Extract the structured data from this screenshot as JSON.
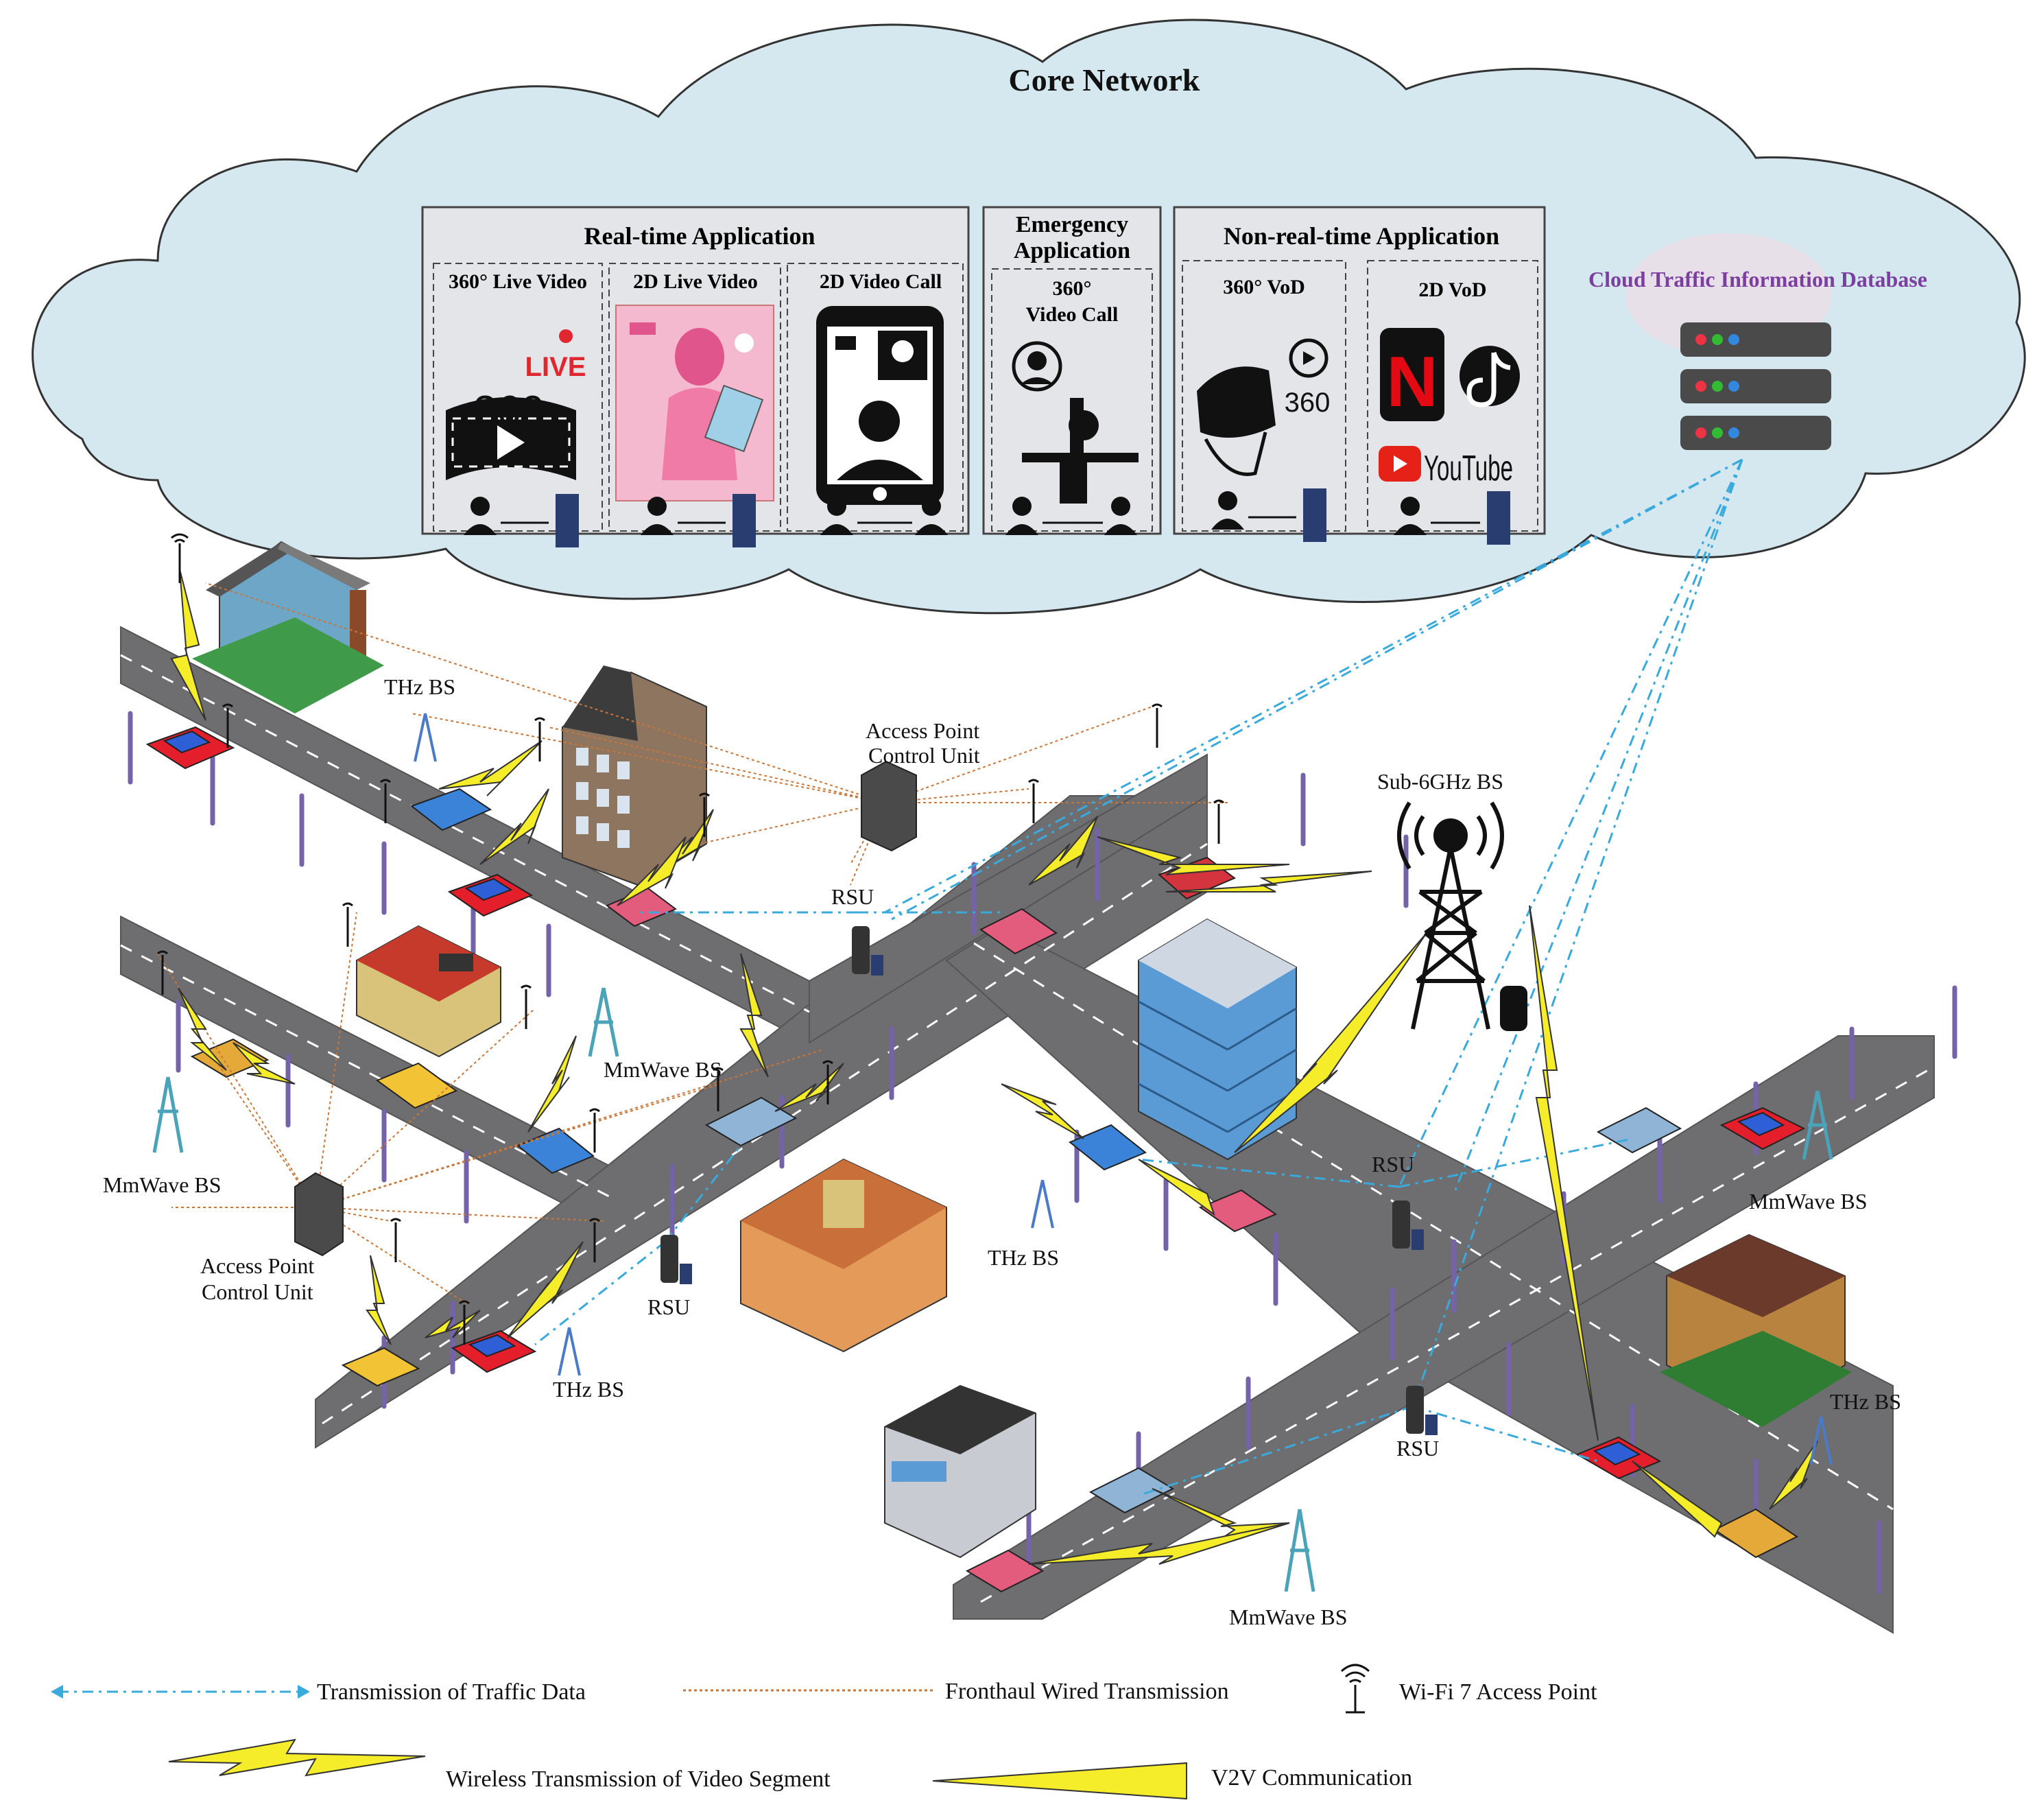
{
  "core": {
    "title": "Core Network",
    "realtime_title": "Real-time Application",
    "rt_360_live": "360° Live Video",
    "rt_2d_live": "2D Live Video",
    "rt_2d_call": "2D Video Call",
    "emergency_title_1": "Emergency",
    "emergency_title_2": "Application",
    "em_360_call_1": "360°",
    "em_360_call_2": "Video Call",
    "nonrealtime_title": "Non-real-time Application",
    "nrt_360_vod": "360° VoD",
    "nrt_2d_vod": "2D VoD",
    "cloud_db": "Cloud Traffic Information Database",
    "live_badge": "LIVE",
    "badge_360": "360",
    "badge_360_small": "360",
    "youtube": "YouTube",
    "netflix": "N"
  },
  "labels": {
    "thz_bs": "THz BS",
    "mmwave_bs": "MmWave BS",
    "rsu": "RSU",
    "ap_control_1": "Access Point",
    "ap_control_2": "Control Unit",
    "sub6": "Sub-6GHz BS"
  },
  "legend": {
    "traffic": "Transmission of Traffic Data",
    "fronthaul": "Fronthaul Wired Transmission",
    "wifi7": "Wi-Fi 7 Access Point",
    "wireless_video": "Wireless Transmission of Video Segment",
    "v2v": "V2V Communication"
  },
  "colors": {
    "cloud_fill": "#d5e8ef",
    "road": "#6e6e70",
    "lamp": "#7463a8",
    "traffic_line": "#3aa9dc",
    "fronthaul_line": "#c8773a",
    "bolt": "#f5ec2a",
    "db_title": "#7b3fa0"
  }
}
